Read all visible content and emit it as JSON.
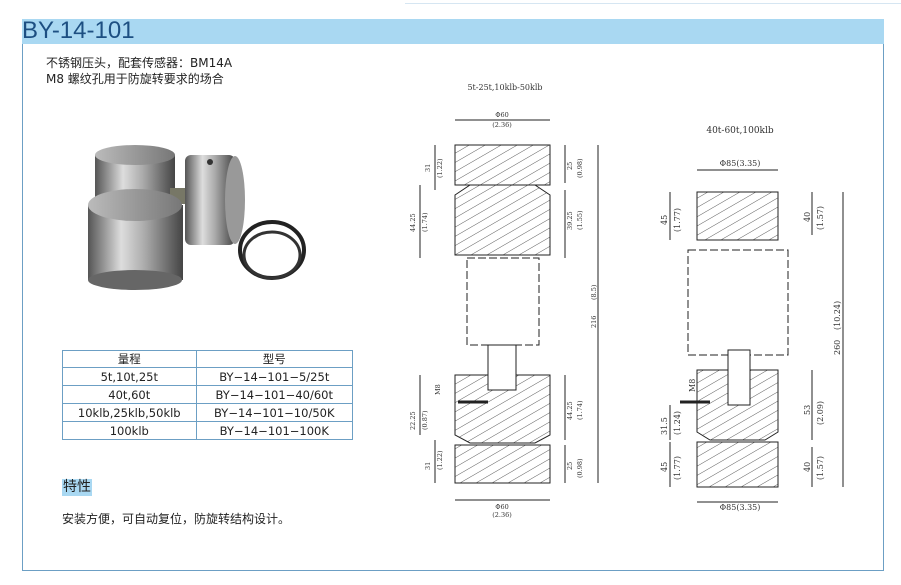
{
  "header": {
    "title": "BY-14-101"
  },
  "description": [
    "不锈钢压头，配套传感器：BM14A",
    "M8 螺纹孔用于防旋转要求的场合"
  ],
  "table": {
    "headers": [
      "量程",
      "型号"
    ],
    "rows": [
      [
        "5t,10t,25t",
        "BY−14−101−5/25t"
      ],
      [
        "40t,60t",
        "BY−14−101−40/60t"
      ],
      [
        "10klb,25klb,50klb",
        "BY−14−101−10/50K"
      ],
      [
        "100klb",
        "BY−14−101−100K"
      ]
    ]
  },
  "features": {
    "title": "特性",
    "text": "安装方便，可自动复位，防旋转结构设计。"
  },
  "drawing_left": {
    "caption": "5t-25t,10klb-50klb",
    "dia_top": "Φ60",
    "dia_top_in": "(2.36)",
    "dia_bot": "Φ60",
    "dia_bot_in": "(2.36)",
    "l1": "31",
    "l1_in": "(1.22)",
    "l2": "44.25",
    "l2_in": "(1.74)",
    "l3": "22.25",
    "l3_in": "(0.87)",
    "l4": "31",
    "l4_in": "(1.22)",
    "r1": "25",
    "r1_in": "(0.98)",
    "r2": "39.25",
    "r2_in": "(1.55)",
    "r3": "216",
    "r3_in": "(8.5)",
    "r4": "44.25",
    "r4_in": "(1.74)",
    "r5": "25",
    "r5_in": "(0.98)",
    "thread": "M8"
  },
  "drawing_right": {
    "caption": "40t-60t,100klb",
    "dia_top": "Φ85(3.35)",
    "dia_bot": "Φ85(3.35)",
    "l1": "45",
    "l1_in": "(1.77)",
    "l2": "31.5",
    "l2_in": "(1.24)",
    "l3": "45",
    "l3_in": "(1.77)",
    "r1": "40",
    "r1_in": "(1.57)",
    "r2": "260",
    "r2_in": "(10.24)",
    "r3": "53",
    "r3_in": "(2.09)",
    "r4": "40",
    "r4_in": "(1.57)",
    "thread": "M8"
  }
}
